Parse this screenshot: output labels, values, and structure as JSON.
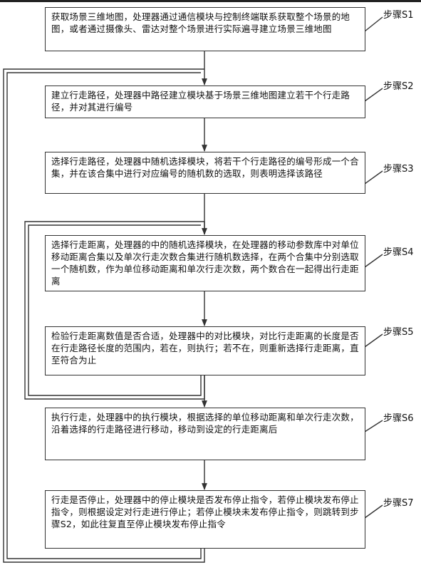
{
  "steps": [
    {
      "label": "步骤S1",
      "text": "获取场景三维地图，处理器通过通信模块与控制终端联系获取整个场景的地图，或者通过摄像头、雷达对整个场景进行实际遍寻建立场景三维地图"
    },
    {
      "label": "步骤S2",
      "text": "建立行走路径，处理器中路径建立模块基于场景三维地图建立若干个行走路径，并对其进行编号"
    },
    {
      "label": "步骤S3",
      "text": "选择行走路径，处理器中随机选择模块，将若干个行走路径的编号形成一个合集，并在该合集中进行对应编号的随机数的选取，则表明选择该路径"
    },
    {
      "label": "步骤S4",
      "text": "选择行走距离，处理器的中的随机选择模块，在处理器的移动参数库中对单位移动距离合集以及单次行走次数合集进行随机数选择，在两个合集中分别选取一个随机数，作为单位移动距离和单次行走次数，两个数合在一起得出行走距离"
    },
    {
      "label": "步骤S5",
      "text": "检验行走距离数值是否合适，处理器中的对比模块，对比行走距离的长度是否在行走路径长度的范围内，若在，则执行；若不在，则重新选择行走距离，直至符合为止"
    },
    {
      "label": "步骤S6",
      "text": "执行行走，处理器中的执行模块，根据选择的单位移动距离和单次行走次数，沿着选择的行走路径进行移动，移动到设定的行走距离后"
    },
    {
      "label": "步骤S7",
      "text": "行走是否停止，处理器中的停止模块是否发布停止指令，若停止模块发布停止指令，则根据设定对行走进行停止；若停止模块未发布停止指令，则跳转到步骤S2，如此往复直至停止模块发布停止指令"
    }
  ]
}
